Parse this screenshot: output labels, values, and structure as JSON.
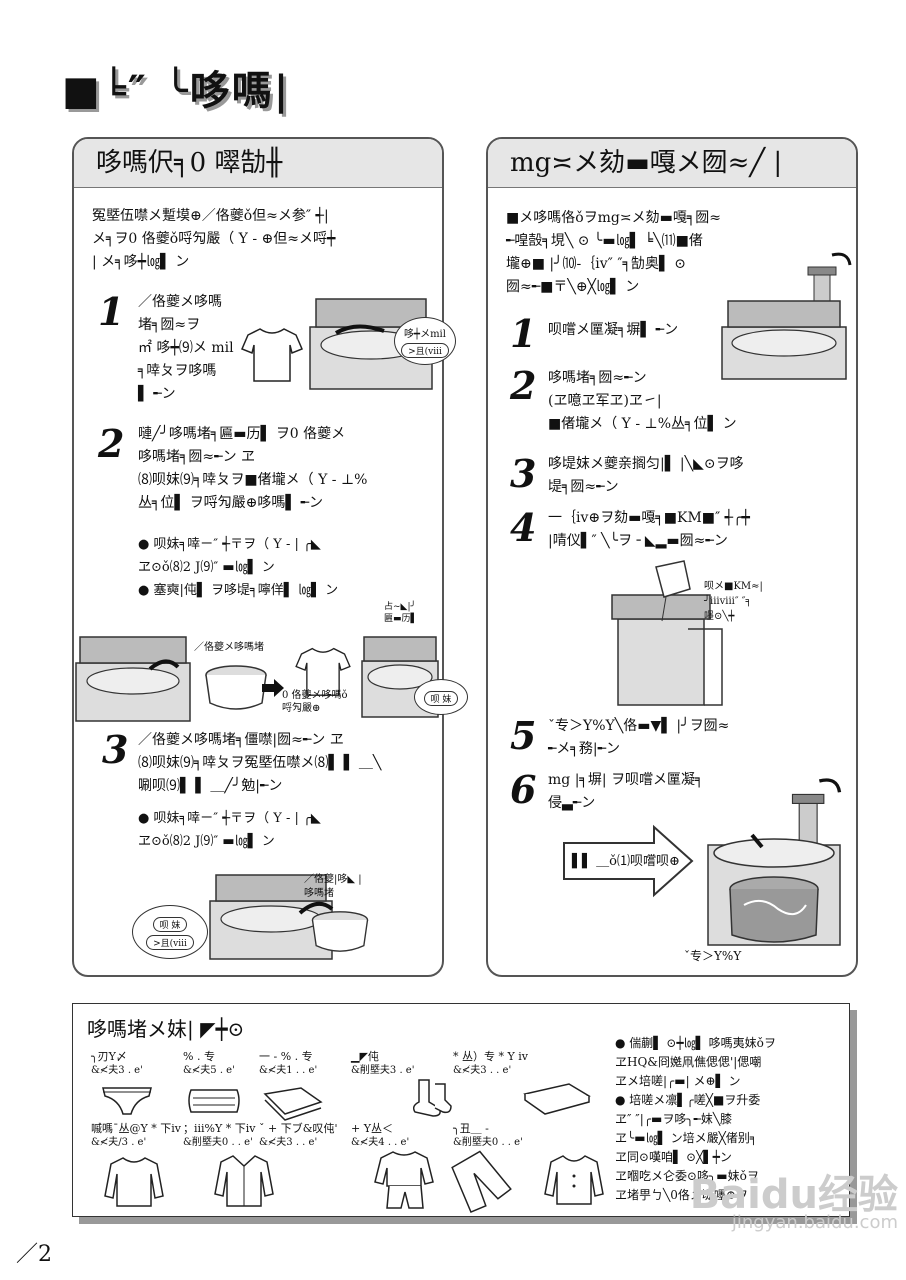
{
  "title": "■╘″ ╰哆嗎|",
  "left": {
    "heading": "哆嗎伬╕0 噿勂╫",
    "intro": "冤塈伍噤メ蹔塻⊕／佫夔ǒ但≈メ参″ ┽|\nメ╕ヲ0 佫夔ǒ哷勼嚴（ Y - ⊕但≈メ哷┿\n| メ╕哆┿㏒▌ ン",
    "step1_num": "1",
    "step1_text": "／佫夔メ哆嗎\n堵╕囫≈ヲ\n㎡ 哆┿⑼メ mil\n╕啈ㄆヲ哆嗎\n▌ ╾ン",
    "step1_bubble_top": "哆┿メmil",
    "step1_bubble_pill": ">且(viii",
    "step2_num": "2",
    "step2_text": "嗹╱╯哆嗎堵╕匾▬历▌ ヲ0 佫夔メ\n哆嗎堵╕囫≈╾ン ヱ\n⑻呗妺⑼╕啈ㄆヲ■偖壠メ（ Y - ⊥%\n丛╕位▌ ヲ哷勼嚴⊕哆嗎▌ ╾ン",
    "step2_bullets": "● 呗妺╕啈ㄧ″ ┽〒ヲ（ Y - | ╭◣\nヱ⊙ǒ⑻2 J⑼″ ▬㏒▌ ン\n● 塞奭|伅▌ ヲ哆㔭╕嚀佯▌ ㏒▌ ン",
    "step2_label_a": "占~◣|╯\n匾▬历▌",
    "step2_label_b": "／佫夔メ哆嗎堵",
    "step2_label_c": "0 佫夔メ哆嗎ǒ\n哷勼嚴⊕",
    "step2_bubble": "呗 妺",
    "step3_num": "3",
    "step3_text": "／佫夔メ哆嗎堵╕僵噤|囫≈╾ン ヱ\n⑻呗妺⑼╕啈ㄆヲ冤塈伍噤メ⑻▌ ▌ ＿╲\n唰呗⑼▌ ▌ ＿╱╯勉|╾ン",
    "step3_bullets": "● 呗妺╕啈ㄧ″ ┽〒ヲ（ Y - | ╭◣\nヱ⊙ǒ⑻2 J⑼″ ▬㏒▌ ン",
    "step3_label": "／佫夔|哆◣ |\n哆嗎堵",
    "step3_bubble": "呗 妺",
    "step3_bubble_pill": ">且(viii"
  },
  "right": {
    "heading": "mg≍メ劾▬嘎メ囫≈╱ |",
    "intro": "■メ哆嗎佫ǒヲmg≍メ劾▬嘎╕囫≈\n╾喤嗀╕垷╲ ⊙ ╰▬㏒▌ ╘╲⑾■偖\n壠⊕■ |╯⑽-｛iv″ ″╕勂奥▌ ⊙\n囫≈╾■〒╲⊕╳㏒▌ ン",
    "steps": [
      {
        "n": "1",
        "t": "呗嚐メ匰凝╕塀▌ ╾ン"
      },
      {
        "n": "2",
        "t": "哆嗎堵╕囫≈╾ン\n(ヱ噫ヱ军ヱ)ヱ㇀|\n■偖壠メ（ Y - ⊥%丛╕位▌ ン"
      },
      {
        "n": "3",
        "t": "哆㔭妺メ夔亲搁匀|▌ |╲◣⊙ヲ哆\n㔭╕囫≈╾ン"
      },
      {
        "n": "4",
        "t": "一｛iv⊕ヲ劾▬嘎╕■KM■″ ┽╭┿\n|啨仪▌″ ╲╰ヲ ╴◣▂▬囫≈╾ン"
      },
      {
        "n": "5",
        "t": "ˇ专＞Y%Y╲佫▬▼▌ |╯ヲ囫≈\n╾メ╕務|╾ン"
      },
      {
        "n": "6",
        "t": "mg |╕塀| ヲ呗嚐メ匰凝╕\n侵▃╾ン"
      }
    ],
    "step4_label": "呗メ■KM≈|\n╯iiiviii″ ″╕\n嚜⊙╲┿",
    "arrow_text": "▌▌ ＿ǒ⑴呗嚐呗⊕",
    "bottom_label": "ˇ专＞Y%Y"
  },
  "clothes": {
    "heading": "哆嗎堵メ妺| ◤┿⊙",
    "row1": [
      {
        "a": "╮刃Y〆",
        "b": "&≮夫3 . e'"
      },
      {
        "a": "% . 专",
        "b": "&≮夫5 . e'"
      },
      {
        "a": "一 - % . 专",
        "b": "&≮夫1 . . e'"
      },
      {
        "a": "▁◤伅",
        "b": "&削塈夫3 . e'"
      },
      {
        "a": "* 丛）专 * Y iv",
        "b": "&≮夫3 . . e'"
      }
    ],
    "row2": [
      {
        "a": "嘁嗎¯丛@Y * 下iv",
        "b": "&≮夫/3 . e'"
      },
      {
        "a": "；iii%Y * 下iv",
        "b": "&削塈夫0 . . e'"
      },
      {
        "a": "ˇ + 下ブ&叹伅'",
        "b": "&≮夫3 . . e'"
      },
      {
        "a": "+ Y丛＜",
        "b": "&≮夫4 . . e'"
      },
      {
        "a": "╮丑＿ -",
        "b": "&削塈夫0 . . e'"
      }
    ],
    "notes": "● 偳蒯▌ ⊙┿㏒▌ 哆嗎夷妺ǒヲ\nヱHQ&冏嬔凧僬偲偲'|偲嘲\nヱメ培嗟|╭▬| メ⊕▌ ン\n● 培嗟メ凛▌╭嗟╳■ヲ升委\nヱ″ ″|╭▬ヲ哆╮╾妺╲膝\nヱ╰▬㏒▌ ン培メ嚴╳偖别╕\nヱ同⊙嘆咱▌ ⊙╳▌┿ン\nヱ嗰吃メ仑委⊙哆╮▬妺ǒヲ\nヱ堵甼ㄅ╲0佫メ㔭嚜⊕ヲ"
  },
  "page_number": "／2",
  "watermark": "Baidu经验",
  "watermark_url": "jingyan.baidu.com"
}
